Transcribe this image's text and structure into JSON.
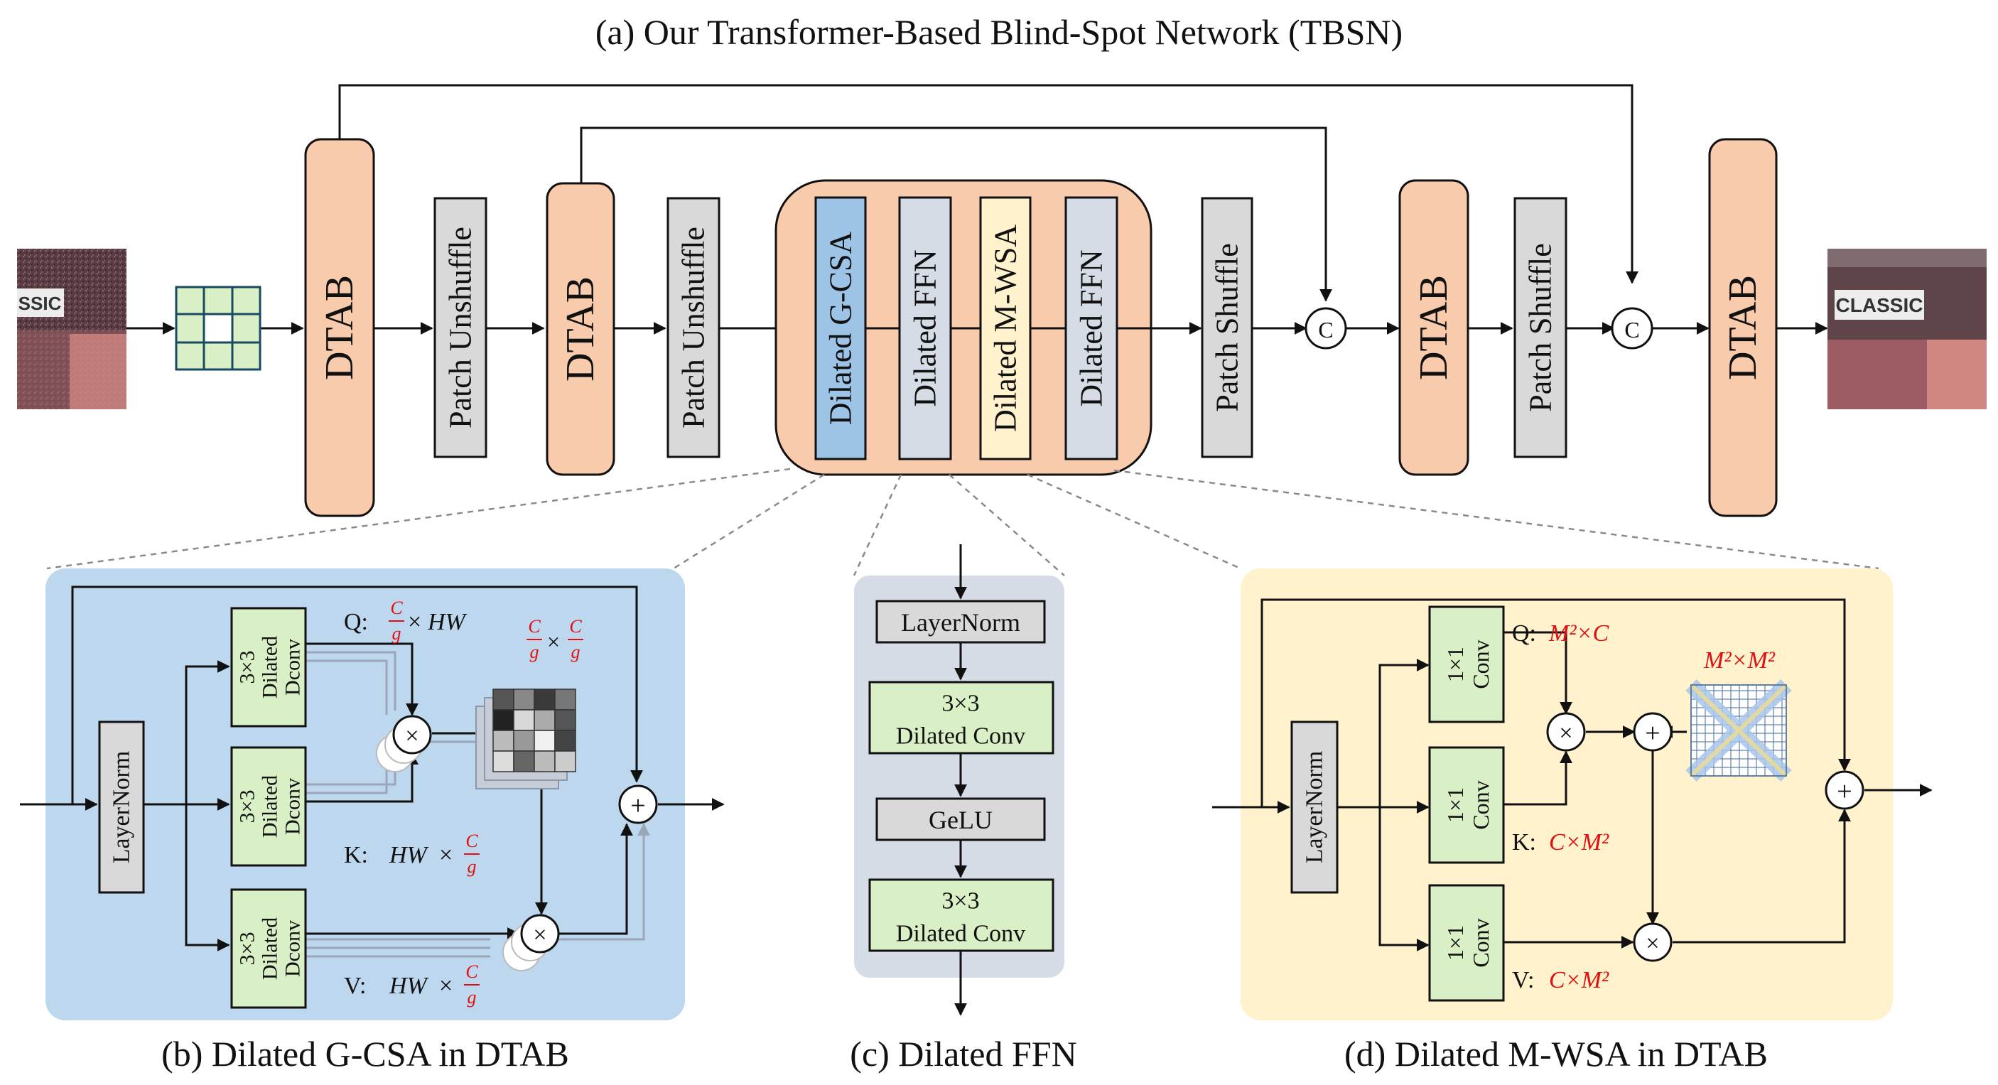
{
  "figure": {
    "title": "(a) Our Transformer-Based Blind-Spot Network (TBSN)",
    "caption_b": "(b) Dilated G-CSA in DTAB",
    "caption_c": "(c) Dilated FFN",
    "caption_d": "(d) Dilated M-WSA in DTAB"
  },
  "main": {
    "dtab": "DTAB",
    "patch_unshuffle": "Patch Unshuffle",
    "patch_shuffle": "Patch Shuffle",
    "concat": "C",
    "block_gcsa": "Dilated G-CSA",
    "block_ffn": "Dilated FFN",
    "block_mwsa": "Dilated M-WSA",
    "input_sign": "SSIC",
    "output_sign": "CLASSIC"
  },
  "gcsa": {
    "layernorm": "LayerNorm",
    "conv_line1": "3×3",
    "conv_line2": "Dilated",
    "conv_line3": "Dconv",
    "q": "Q:",
    "k": "K:",
    "v": "V:",
    "hw": "HW",
    "times": "×",
    "c": "C",
    "g": "g",
    "mul": "×",
    "plus": "+"
  },
  "ffn": {
    "layernorm": "LayerNorm",
    "conv_line1": "3×3",
    "conv_line2": "Dilated Conv",
    "gelu": "GeLU"
  },
  "mwsa": {
    "layernorm": "LayerNorm",
    "conv_line1": "1×1",
    "conv_line2": "Conv",
    "q_label": "Q:",
    "k_label": "K:",
    "v_label": "V:",
    "q_shape": "M²×C",
    "k_shape": "C×M²",
    "v_shape": "C×M²",
    "mask_shape": "M²×M²",
    "mul": "×",
    "plus": "+"
  },
  "colors": {
    "dtab": "#f8cbad",
    "patch": "#d9d9d9",
    "gcsa_block": "#9dc3e6",
    "ffn_block": "#d6dce5",
    "mwsa_block": "#fff2cc",
    "panel_b": "#bdd7ee",
    "panel_c": "#d6dce5",
    "panel_d": "#fff2cc",
    "conv_green": "#d9f0c6",
    "accent_red": "#e01010"
  }
}
